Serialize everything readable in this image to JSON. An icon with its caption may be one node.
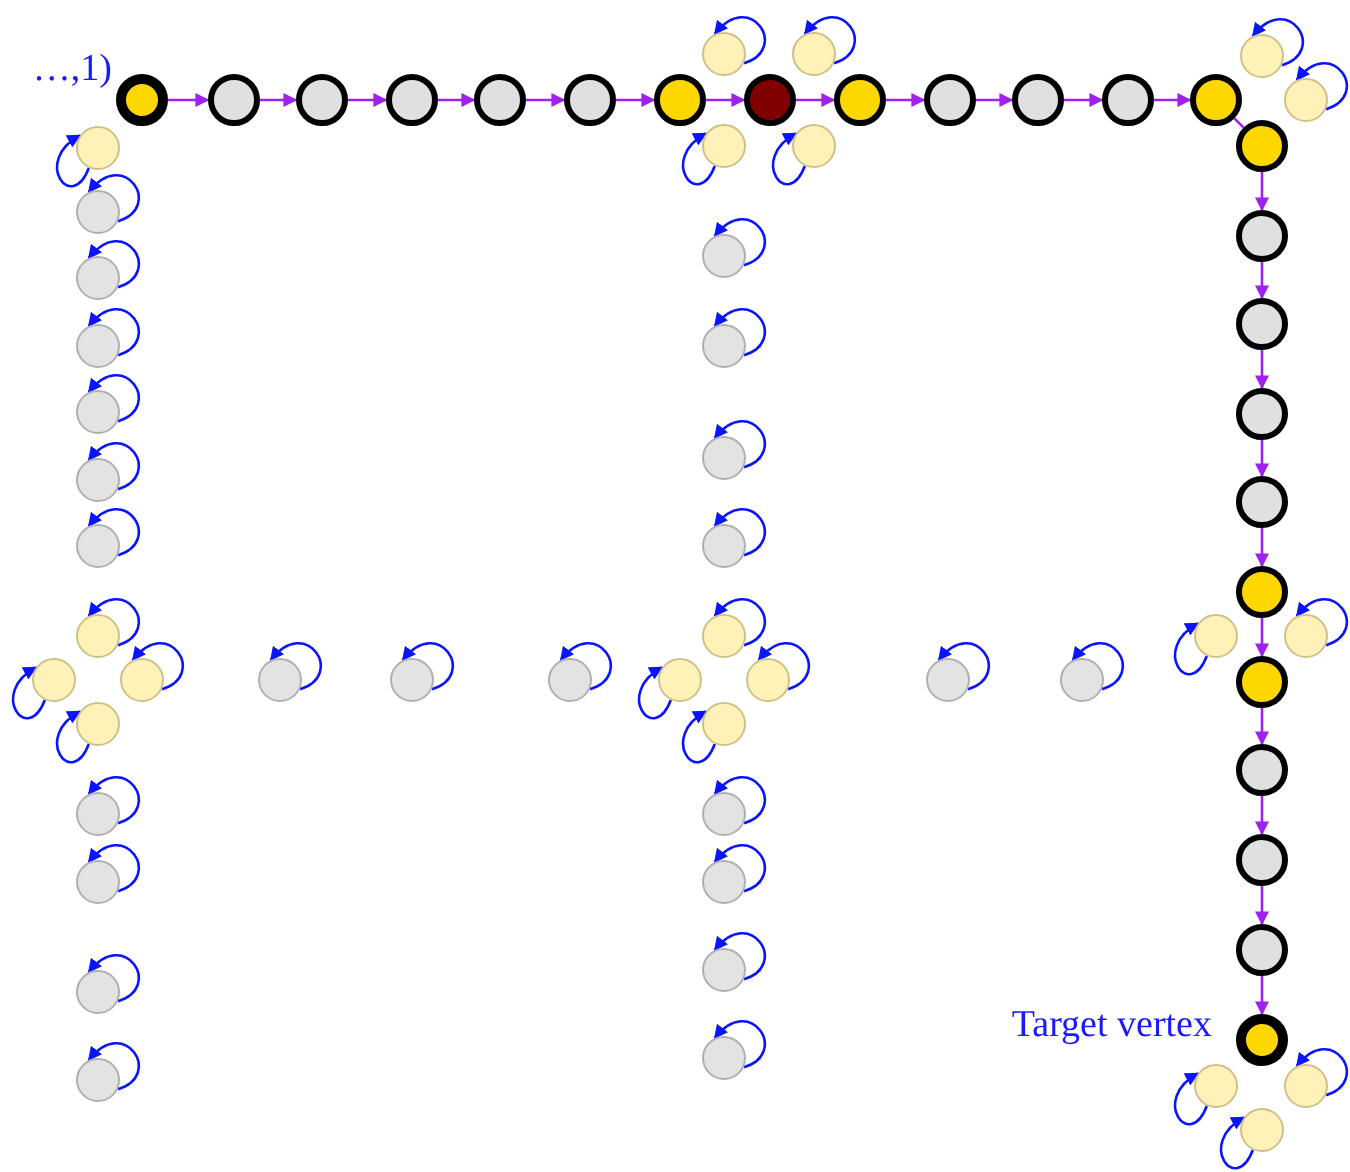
{
  "diagram": {
    "nodes": [
      {
        "text": [],
        "shape": "circle"
      },
      {
        "text": [],
        "shape": "circle"
      },
      {
        "text": [],
        "shape": "circle"
      },
      {
        "text": [],
        "shape": "circle"
      },
      {
        "text": [],
        "shape": "circle"
      },
      {
        "text": [],
        "shape": "circle"
      },
      {
        "text": [],
        "shape": "circle"
      },
      {
        "text": [],
        "shape": "circle"
      },
      {
        "text": [],
        "shape": "circle"
      },
      {
        "text": [],
        "shape": "circle"
      },
      {
        "text": [],
        "shape": "circle"
      },
      {
        "text": [],
        "shape": "circle"
      },
      {
        "text": [],
        "shape": "circle"
      },
      {
        "text": [],
        "shape": "circle"
      },
      {
        "text": [],
        "shape": "circle"
      },
      {
        "text": [],
        "shape": "circle"
      },
      {
        "text": [],
        "shape": "circle"
      },
      {
        "text": [],
        "shape": "circle"
      },
      {
        "text": [],
        "shape": "circle"
      },
      {
        "text": [],
        "shape": "circle"
      },
      {
        "text": [],
        "shape": "circle"
      },
      {
        "text": [],
        "shape": "circle"
      },
      {
        "text": [],
        "shape": "circle"
      },
      {
        "text": [],
        "shape": "circle",
        "beside": [
          "Target vertex"
        ]
      },
      {
        "text": [],
        "shape": "circle"
      },
      {
        "text": [],
        "shape": "circle"
      },
      {
        "text": [],
        "shape": "circle"
      },
      {
        "text": [],
        "shape": "circle"
      },
      {
        "text": [],
        "shape": "circle"
      },
      {
        "text": [],
        "shape": "circle"
      },
      {
        "text": [],
        "shape": "circle"
      },
      {
        "text": [],
        "shape": "circle"
      },
      {
        "text": [],
        "shape": "circle"
      },
      {
        "text": [],
        "shape": "circle"
      },
      {
        "text": [],
        "shape": "circle"
      },
      {
        "text": [],
        "shape": "circle"
      },
      {
        "text": [],
        "shape": "circle"
      },
      {
        "text": [],
        "shape": "circle"
      },
      {
        "text": [],
        "shape": "circle"
      },
      {
        "text": [],
        "shape": "circle"
      },
      {
        "text": [],
        "shape": "circle"
      },
      {
        "text": [],
        "shape": "circle"
      },
      {
        "text": [],
        "shape": "circle"
      },
      {
        "text": [],
        "shape": "circle"
      },
      {
        "text": [],
        "shape": "circle"
      },
      {
        "text": [],
        "shape": "circle"
      },
      {
        "text": [],
        "shape": "circle"
      },
      {
        "text": [],
        "shape": "circle"
      },
      {
        "text": [],
        "shape": "circle"
      },
      {
        "text": [],
        "shape": "circle"
      },
      {
        "text": [],
        "shape": "circle"
      },
      {
        "text": [],
        "shape": "circle"
      },
      {
        "text": [],
        "shape": "circle"
      },
      {
        "text": [],
        "shape": "circle"
      },
      {
        "text": [],
        "shape": "circle"
      },
      {
        "text": [],
        "shape": "circle"
      },
      {
        "text": [],
        "shape": "circle"
      },
      {
        "text": [],
        "shape": "circle"
      },
      {
        "text": [],
        "shape": "circle"
      },
      {
        "text": [],
        "shape": "circle"
      },
      {
        "text": [],
        "shape": "circle"
      },
      {
        "text": [],
        "shape": "circle"
      },
      {
        "text": [],
        "shape": "circle"
      },
      {
        "text": [],
        "shape": "circle"
      },
      {
        "text": [],
        "shape": "circle"
      },
      {
        "text": [],
        "shape": "circle"
      },
      {
        "text": [],
        "shape": "circle"
      }
    ],
    "edges": [
      {
        "from": 0,
        "to": 1,
        "arrow": "to",
        "color": "#a020f0"
      },
      {
        "from": 1,
        "to": 2,
        "arrow": "to",
        "color": "#a020f0"
      },
      {
        "from": 2,
        "to": 3,
        "arrow": "to",
        "color": "#a020f0"
      },
      {
        "from": 3,
        "to": 4,
        "arrow": "to",
        "color": "#a020f0"
      },
      {
        "from": 4,
        "to": 5,
        "arrow": "to",
        "color": "#a020f0"
      },
      {
        "from": 5,
        "to": 6,
        "arrow": "to",
        "color": "#a020f0"
      },
      {
        "from": 6,
        "to": 7,
        "arrow": "to",
        "color": "#a020f0"
      },
      {
        "from": 7,
        "to": 8,
        "arrow": "to",
        "color": "#a020f0"
      },
      {
        "from": 8,
        "to": 9,
        "arrow": "to",
        "color": "#a020f0"
      },
      {
        "from": 9,
        "to": 10,
        "arrow": "to",
        "color": "#a020f0"
      },
      {
        "from": 10,
        "to": 11,
        "arrow": "to",
        "color": "#a020f0"
      },
      {
        "from": 11,
        "to": 12,
        "arrow": "to",
        "color": "#a020f0"
      },
      {
        "from": 12,
        "to": 13,
        "arrow": "none",
        "color": "#a020f0"
      },
      {
        "from": 13,
        "to": 14,
        "arrow": "to",
        "color": "#a020f0"
      },
      {
        "from": 14,
        "to": 15,
        "arrow": "to",
        "color": "#a020f0"
      },
      {
        "from": 15,
        "to": 16,
        "arrow": "to",
        "color": "#a020f0"
      },
      {
        "from": 16,
        "to": 17,
        "arrow": "to",
        "color": "#a020f0"
      },
      {
        "from": 17,
        "to": 18,
        "arrow": "to",
        "color": "#a020f0"
      },
      {
        "from": 18,
        "to": 19,
        "arrow": "to",
        "color": "#a020f0"
      },
      {
        "from": 19,
        "to": 20,
        "arrow": "to",
        "color": "#a020f0"
      },
      {
        "from": 20,
        "to": 21,
        "arrow": "to",
        "color": "#a020f0"
      },
      {
        "from": 21,
        "to": 22,
        "arrow": "to",
        "color": "#a020f0"
      },
      {
        "from": 22,
        "to": 23,
        "arrow": "to",
        "color": "#a020f0"
      },
      {
        "from": 24,
        "to": 24,
        "arrow": "to"
      },
      {
        "from": 25,
        "to": 25,
        "arrow": "to"
      },
      {
        "from": 26,
        "to": 26,
        "arrow": "to"
      },
      {
        "from": 27,
        "to": 27,
        "arrow": "to"
      },
      {
        "from": 28,
        "to": 28,
        "arrow": "to"
      },
      {
        "from": 29,
        "to": 29,
        "arrow": "to"
      },
      {
        "from": 30,
        "to": 30,
        "arrow": "to"
      },
      {
        "from": 31,
        "to": 31,
        "arrow": "to"
      },
      {
        "from": 32,
        "to": 32,
        "arrow": "to"
      },
      {
        "from": 33,
        "to": 33,
        "arrow": "to"
      },
      {
        "from": 34,
        "to": 34,
        "arrow": "to"
      },
      {
        "from": 35,
        "to": 35,
        "arrow": "to"
      },
      {
        "from": 36,
        "to": 36,
        "arrow": "to"
      },
      {
        "from": 37,
        "to": 37,
        "arrow": "to"
      },
      {
        "from": 38,
        "to": 38,
        "arrow": "to"
      },
      {
        "from": 39,
        "to": 39,
        "arrow": "to"
      },
      {
        "from": 40,
        "to": 40,
        "arrow": "to"
      },
      {
        "from": 41,
        "to": 41,
        "arrow": "to"
      },
      {
        "from": 42,
        "to": 42,
        "arrow": "to"
      },
      {
        "from": 43,
        "to": 43,
        "arrow": "to"
      },
      {
        "from": 44,
        "to": 44,
        "arrow": "to"
      },
      {
        "from": 45,
        "to": 45,
        "arrow": "to"
      },
      {
        "from": 46,
        "to": 46,
        "arrow": "to"
      },
      {
        "from": 47,
        "to": 47,
        "arrow": "to"
      },
      {
        "from": 48,
        "to": 48,
        "arrow": "to"
      },
      {
        "from": 49,
        "to": 49,
        "arrow": "to"
      },
      {
        "from": 50,
        "to": 50,
        "arrow": "to"
      },
      {
        "from": 51,
        "to": 51,
        "arrow": "to"
      },
      {
        "from": 52,
        "to": 52,
        "arrow": "to"
      },
      {
        "from": 53,
        "to": 53,
        "arrow": "to"
      },
      {
        "from": 54,
        "to": 54,
        "arrow": "to"
      },
      {
        "from": 55,
        "to": 55,
        "arrow": "to"
      },
      {
        "from": 56,
        "to": 56,
        "arrow": "to"
      },
      {
        "from": 57,
        "to": 57,
        "arrow": "to"
      },
      {
        "from": 58,
        "to": 58,
        "arrow": "to"
      },
      {
        "from": 59,
        "to": 59,
        "arrow": "to"
      },
      {
        "from": 60,
        "to": 60,
        "arrow": "to"
      },
      {
        "from": 61,
        "to": 61,
        "arrow": "to"
      },
      {
        "from": 62,
        "to": 62,
        "arrow": "to"
      },
      {
        "from": 63,
        "to": 63,
        "arrow": "to"
      },
      {
        "from": 64,
        "to": 64,
        "arrow": "to"
      },
      {
        "from": 65,
        "to": 65,
        "arrow": "to"
      },
      {
        "from": 66,
        "to": 66,
        "arrow": "to"
      }
    ],
    "labels": [
      "…,1)"
    ]
  }
}
